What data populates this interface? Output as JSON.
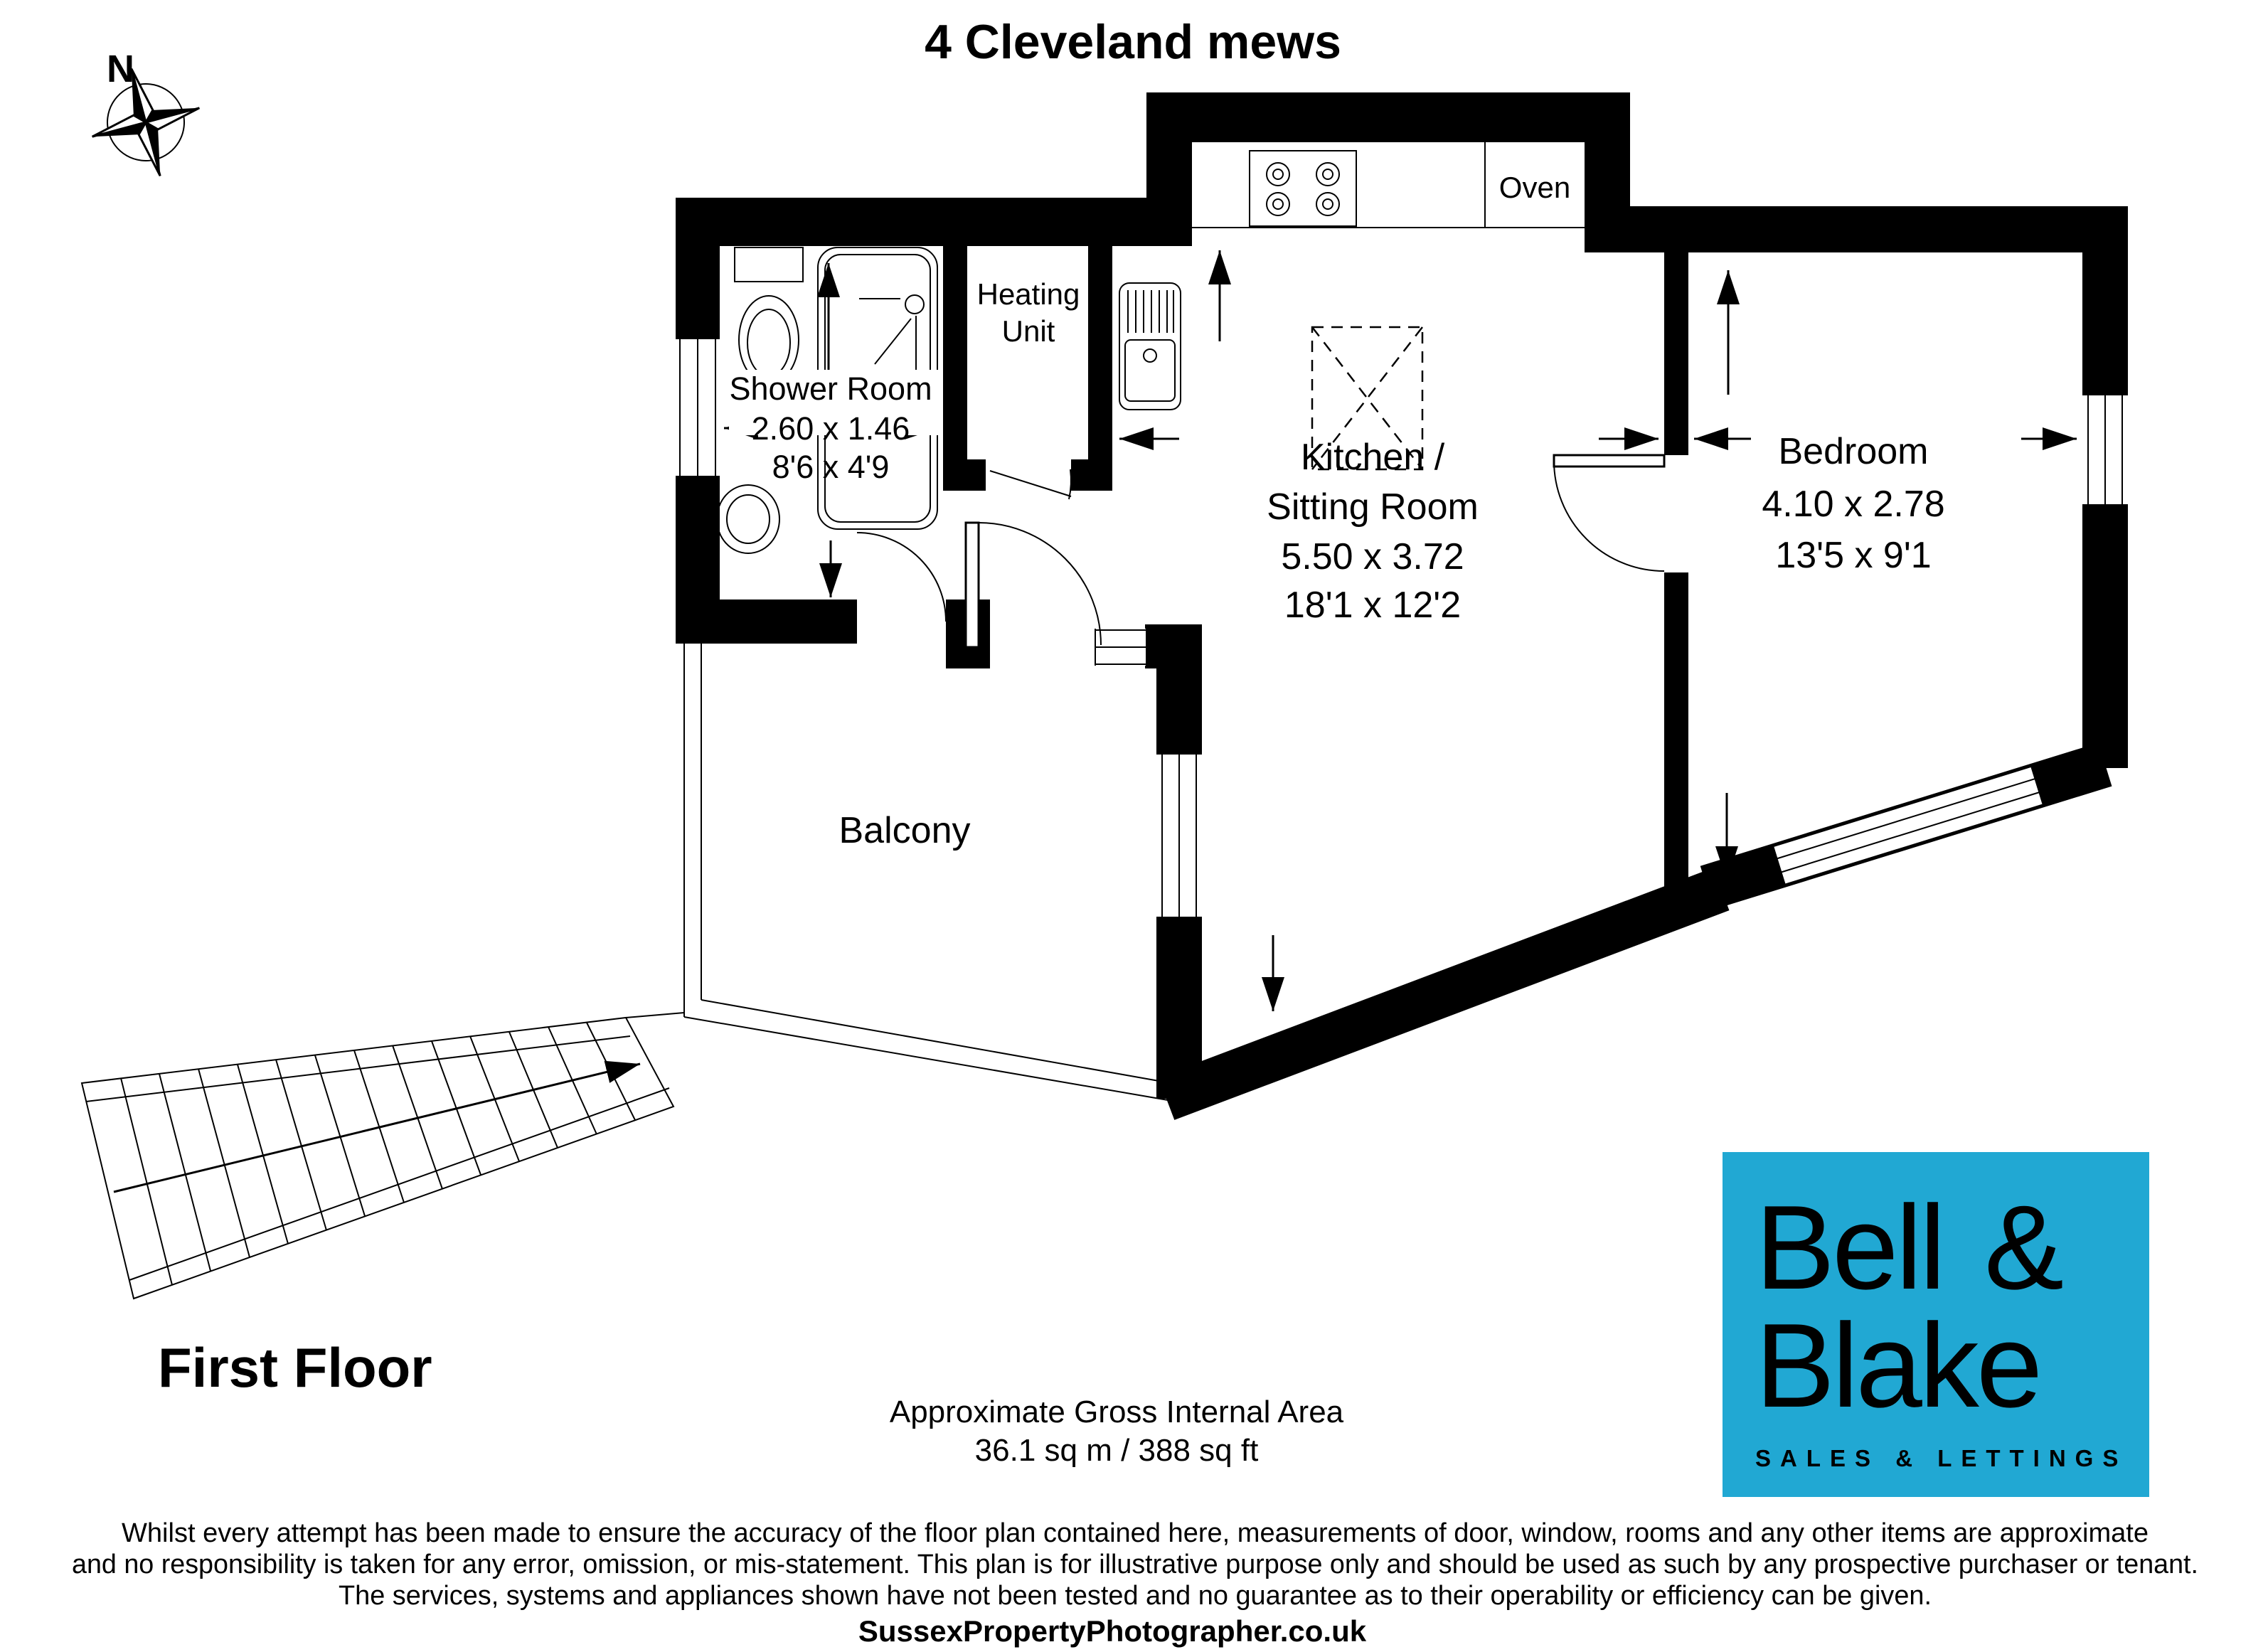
{
  "title": "4 Cleveland mews",
  "compass": {
    "north_label": "N"
  },
  "rooms": {
    "shower_room": {
      "name": "Shower Room",
      "dim_metric": "2.60 x 1.46",
      "dim_imperial": "8'6 x 4'9"
    },
    "heating_unit": {
      "line1": "Heating",
      "line2": "Unit"
    },
    "kitchen": {
      "line1": "Kitchen /",
      "line2": "Sitting Room",
      "dim_metric": "5.50 x 3.72",
      "dim_imperial": "18'1 x 12'2"
    },
    "bedroom": {
      "name": "Bedroom",
      "dim_metric": "4.10 x 2.78",
      "dim_imperial": "13'5 x 9'1"
    },
    "balcony": {
      "name": "Balcony"
    },
    "oven_label": "Oven"
  },
  "floor_label": "First Floor",
  "area": {
    "line1": "Approximate Gross Internal Area",
    "line2": "36.1 sq m / 388 sq ft"
  },
  "disclaimer": {
    "line1": "Whilst every attempt has been made to ensure the accuracy of the floor plan contained here, measurements of door, window, rooms and any other items are approximate",
    "line2": "and no responsibility is taken for any error, omission, or mis-statement. This plan is for illustrative purpose only and should be used as such by any prospective purchaser or tenant.",
    "line3": "The services, systems and appliances shown have not been tested and no guarantee as to their operability or efficiency can be given."
  },
  "credit": "SussexPropertyPhotographer.co.uk",
  "logo": {
    "name_top": "Bell",
    "amp": "&",
    "name_bottom": "Blake",
    "tagline": "SALES & LETTINGS",
    "bg_color": "#21a8d3",
    "amp_color": "#4a4b50"
  }
}
